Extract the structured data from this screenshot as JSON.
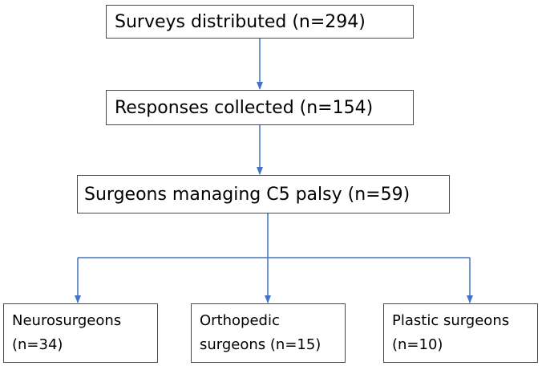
{
  "flowchart": {
    "step1": "Surveys distributed (n=294)",
    "step2": "Responses collected (n=154)",
    "step3": "Surgeons managing C5 palsy (n=59)",
    "branches": [
      {
        "line1": "Neurosurgeons",
        "line2": "(n=34)"
      },
      {
        "line1": "Orthopedic",
        "line2": "surgeons (n=15)"
      },
      {
        "line1": "Plastic surgeons",
        "line2": "(n=10)"
      }
    ]
  },
  "colors": {
    "connector": "#4472c4",
    "box_border": "#4a4a4a"
  }
}
